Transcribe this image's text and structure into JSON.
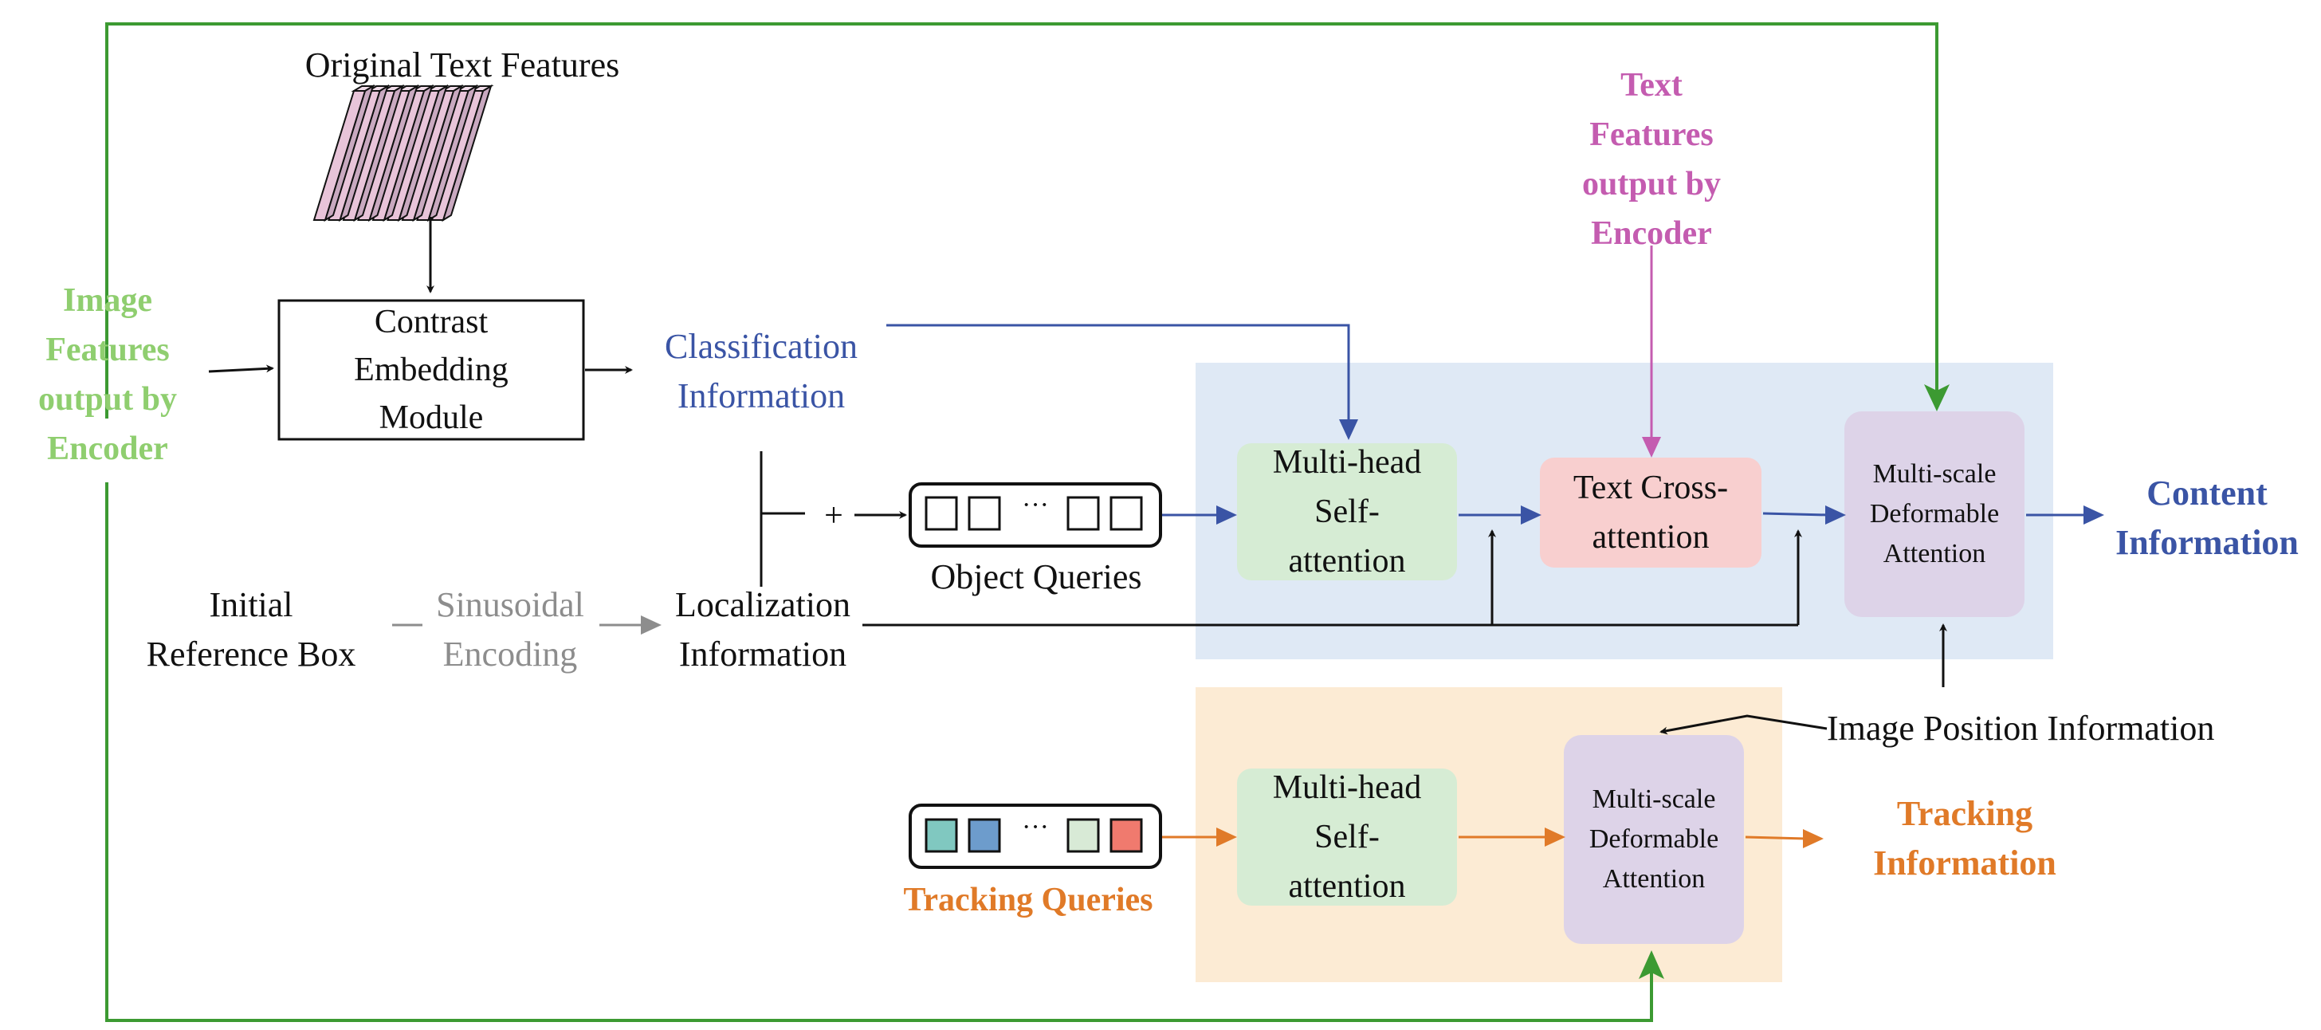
{
  "colors": {
    "green": "#3c9a32",
    "green_text": "#8fce6f",
    "blue": "#3a54a5",
    "pink": "#c45cb0",
    "orange": "#e07a28",
    "gray": "#8d8d8d",
    "panel_blue": "#dfe9f5",
    "panel_orange": "#fcebd4",
    "box_green": "#d6ecd4",
    "box_red": "#f8cfcf",
    "box_purple": "#ddd3e8",
    "teal": "#80c8c0",
    "sky": "#6d9ccc",
    "mint": "#d8ead6",
    "salmon": "#f07a6e"
  },
  "labels": {
    "original_text_features": "Original Text Features",
    "image_features": [
      "Image",
      "Features",
      "output by",
      "Encoder"
    ],
    "contrast_embedding": [
      "Contrast",
      "Embedding",
      "Module"
    ],
    "classification_info": [
      "Classification",
      "Information"
    ],
    "text_features_encoder": [
      "Text",
      "Features",
      "output by",
      "Encoder"
    ],
    "plus": "+",
    "ellipsis": "···",
    "object_queries": "Object Queries",
    "initial_reference_box": [
      "Initial",
      "Reference Box"
    ],
    "sinusoidal_encoding": [
      "Sinusoidal",
      "Encoding"
    ],
    "localization_info": [
      "Localization",
      "Information"
    ],
    "mhsa_top": [
      "Multi-head",
      "Self-",
      "attention"
    ],
    "text_cross_attention": [
      "Text Cross-",
      "attention"
    ],
    "msda_top": [
      "Multi-scale",
      "Deformable",
      "Attention"
    ],
    "content_information": [
      "Content",
      "Information"
    ],
    "image_position_information": "Image Position Information",
    "tracking_queries": "Tracking Queries",
    "mhsa_bottom": [
      "Multi-head",
      "Self-",
      "attention"
    ],
    "msda_bottom": [
      "Multi-scale",
      "Deformable",
      "Attention"
    ],
    "tracking_information": [
      "Tracking",
      "Information"
    ]
  }
}
